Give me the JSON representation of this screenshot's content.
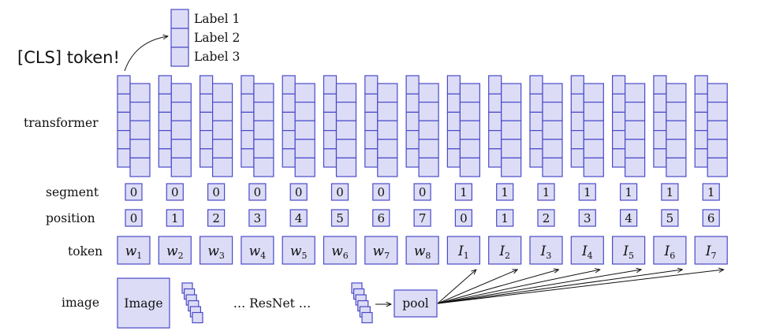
{
  "cls_callout": "[CLS] token!",
  "labels": [
    "Label 1",
    "Label 2",
    "Label 3"
  ],
  "row_labels": {
    "transformer": "transformer",
    "segment": "segment",
    "position": "position",
    "token": "token",
    "image": "image"
  },
  "segments": [
    "0",
    "0",
    "0",
    "0",
    "0",
    "0",
    "0",
    "0",
    "1",
    "1",
    "1",
    "1",
    "1",
    "1",
    "1"
  ],
  "positions": [
    "0",
    "1",
    "2",
    "3",
    "4",
    "5",
    "6",
    "7",
    "0",
    "1",
    "2",
    "3",
    "4",
    "5",
    "6"
  ],
  "tokens": [
    {
      "base": "w",
      "sub": "1"
    },
    {
      "base": "w",
      "sub": "2"
    },
    {
      "base": "w",
      "sub": "3"
    },
    {
      "base": "w",
      "sub": "4"
    },
    {
      "base": "w",
      "sub": "5"
    },
    {
      "base": "w",
      "sub": "6"
    },
    {
      "base": "w",
      "sub": "7"
    },
    {
      "base": "w",
      "sub": "8"
    },
    {
      "base": "I",
      "sub": "1"
    },
    {
      "base": "I",
      "sub": "2"
    },
    {
      "base": "I",
      "sub": "3"
    },
    {
      "base": "I",
      "sub": "4"
    },
    {
      "base": "I",
      "sub": "5"
    },
    {
      "base": "I",
      "sub": "6"
    },
    {
      "base": "I",
      "sub": "7"
    }
  ],
  "image_box": "Image",
  "resnet": "… ResNet …",
  "pool": "pool"
}
